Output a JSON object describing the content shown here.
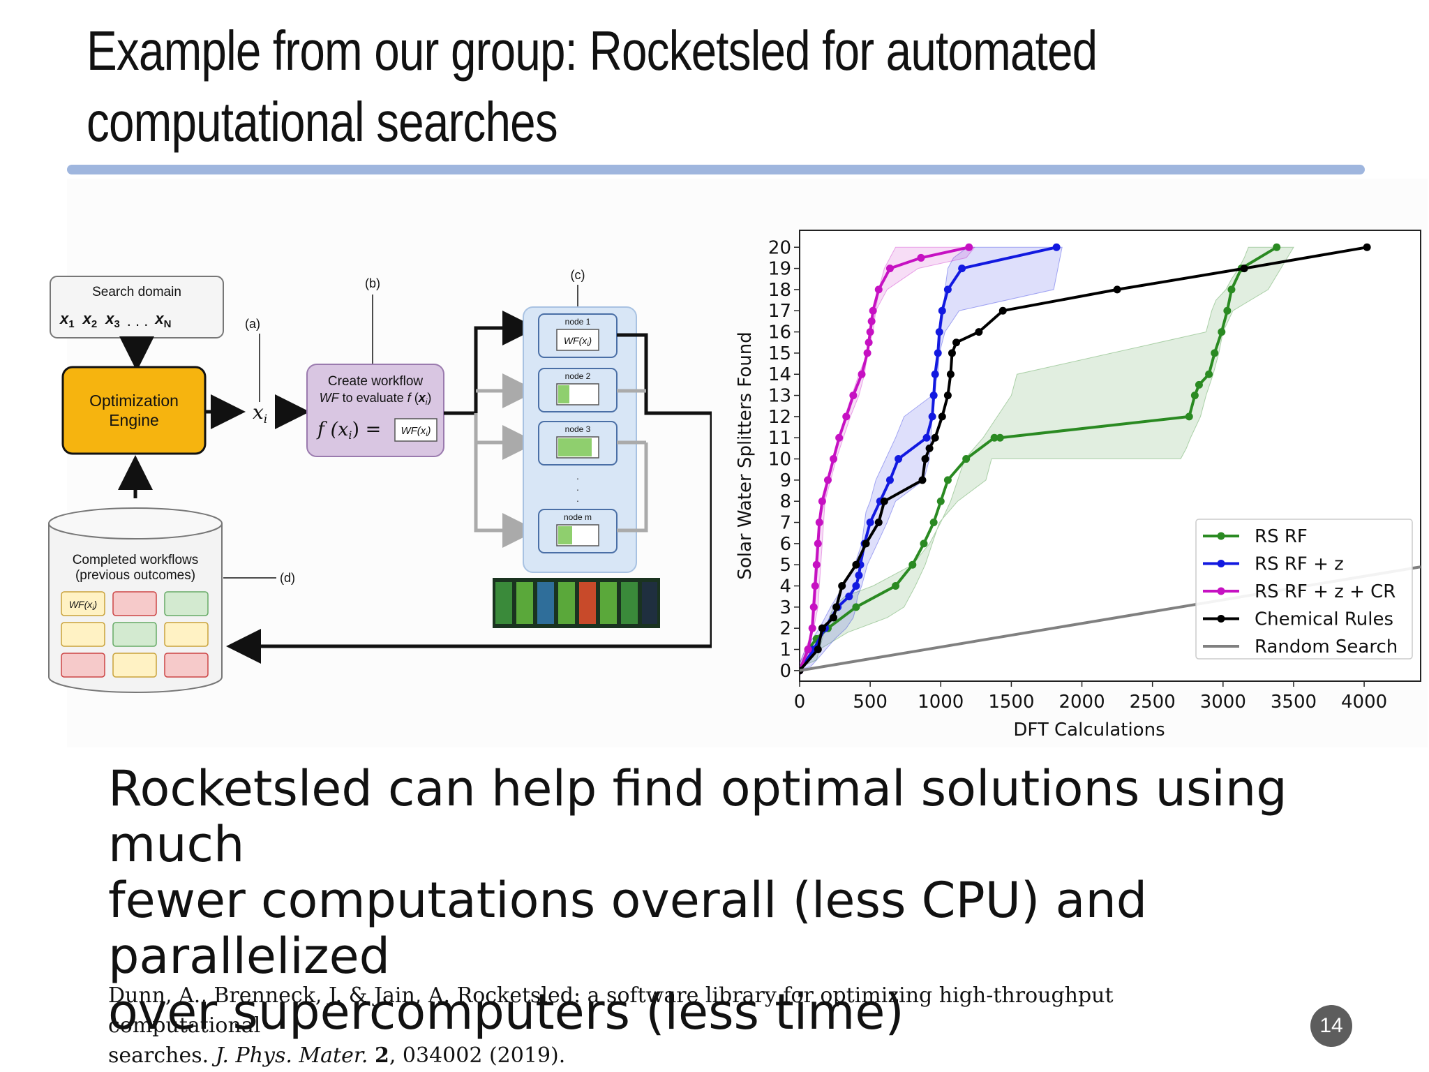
{
  "slide": {
    "title_line1": "Example from our group: Rocketsled for automated",
    "title_line2": "computational searches",
    "body_line1": "Rocketsled can help find optimal solutions using much",
    "body_line2": "fewer computations overall (less CPU) and parallelized",
    "body_line3": "over supercomputers (less time)",
    "citation": {
      "authors_title": "Dunn, A., Brenneck, J. & Jain, A. Rocketsled: a software library for optimizing high-throughput computational",
      "line2_start": "searches. ",
      "journal": "J. Phys. Mater.",
      "volume": "2",
      "rest": ", 034002 (2019).",
      "space": " "
    },
    "page_number": "14"
  },
  "diagram": {
    "search_domain_label": "Search domain",
    "x1": "x",
    "x1_sub": "1",
    "x2": "x",
    "x2_sub": "2",
    "x3": "x",
    "x3_sub": "3",
    "dots": ". . .",
    "xN": "x",
    "xN_sub": "N",
    "label_a": "(a)",
    "label_b": "(b)",
    "label_c": "(c)",
    "label_d": "(d)",
    "engine_line1": "Optimization",
    "engine_line2": "Engine",
    "xi": "x",
    "xi_sub": "i",
    "create_line1": "Create workflow",
    "create_line2a": "WF",
    "create_line2b": " to evaluate ",
    "create_line2c": "f",
    "create_line2d": " (",
    "create_line2e": "x",
    "create_line2f": "i",
    "create_line2g": ")",
    "fx_formula": "f (x",
    "fx_sub": "i",
    "fx_tail": ") =",
    "wf_box": "WF(x",
    "wf_box_sub": "i",
    "wf_box_tail": ")",
    "node1": "node 1",
    "node2": "node 2",
    "node3": "node 3",
    "nodem": "node m",
    "vdots": "·",
    "completed_line1": "Completed workflows",
    "completed_line2": "(previous outcomes)"
  },
  "chart_data": {
    "type": "line",
    "xlabel": "DFT Calculations",
    "ylabel": "Solar Water Splitters Found",
    "xlim": [
      0,
      4400
    ],
    "ylim": [
      -0.5,
      20.8
    ],
    "xticks": [
      0,
      500,
      1000,
      1500,
      2000,
      2500,
      3000,
      3500,
      4000
    ],
    "yticks": [
      0,
      1,
      2,
      3,
      4,
      5,
      6,
      7,
      8,
      9,
      10,
      11,
      12,
      13,
      14,
      15,
      16,
      17,
      18,
      19,
      20
    ],
    "legend_position": "lower-right",
    "series": [
      {
        "name": "RS RF",
        "color": "#2a8a22",
        "x": [
          0,
          60,
          120,
          200,
          400,
          680,
          800,
          880,
          950,
          1000,
          1050,
          1180,
          1380,
          1420,
          2760,
          2800,
          2830,
          2900,
          2940,
          2990,
          3030,
          3060,
          3130,
          3380
        ],
        "y": [
          0,
          1,
          1.5,
          2,
          3,
          4,
          5,
          6,
          7,
          8,
          9,
          10,
          11,
          11,
          12,
          13,
          13.5,
          14,
          15,
          16,
          17,
          18,
          19,
          20
        ],
        "band_lo": [
          0,
          0.2,
          0.5,
          1,
          1.8,
          2.5,
          3,
          4,
          5,
          6,
          7,
          8,
          9,
          10,
          10,
          10.5,
          11,
          12,
          13,
          14,
          15,
          16,
          17,
          18
        ],
        "band_hi": [
          0.5,
          2,
          3,
          3.5,
          4,
          5,
          6,
          7,
          8,
          9,
          10,
          11,
          13,
          14,
          16,
          17,
          17.5,
          18,
          18.5,
          19,
          19.5,
          20,
          20,
          20
        ]
      },
      {
        "name": "RS RF + z",
        "color": "#1219e0",
        "x": [
          0,
          100,
          180,
          270,
          350,
          400,
          420,
          430,
          460,
          500,
          570,
          640,
          700,
          900,
          940,
          950,
          960,
          980,
          990,
          1010,
          1050,
          1150,
          1820
        ],
        "y": [
          0,
          1,
          2,
          3,
          3.5,
          4,
          4.5,
          5,
          6,
          7,
          8,
          9,
          10,
          11,
          12,
          13,
          14,
          15,
          16,
          17,
          18,
          19,
          20
        ],
        "band_lo": [
          0,
          0.2,
          0.8,
          1.5,
          2,
          2.5,
          3,
          3.5,
          4,
          5,
          6,
          7,
          8,
          9,
          10,
          11,
          12,
          13,
          14,
          15,
          16,
          17,
          18
        ],
        "band_hi": [
          1,
          2,
          3,
          4,
          5,
          6,
          7,
          7.5,
          8,
          9,
          10,
          11,
          12,
          13,
          14,
          15,
          16,
          17,
          18,
          19,
          19.5,
          20,
          20
        ]
      },
      {
        "name": "RS RF + z + CR",
        "color": "#c611c2",
        "x": [
          0,
          60,
          90,
          100,
          110,
          120,
          130,
          140,
          160,
          200,
          240,
          280,
          330,
          380,
          440,
          480,
          490,
          500,
          510,
          520,
          560,
          640,
          860,
          1200
        ],
        "y": [
          0,
          1,
          2,
          3,
          4,
          5,
          6,
          7,
          8,
          9,
          10,
          11,
          12,
          13,
          14,
          15,
          15.5,
          16,
          16.5,
          17,
          18,
          19,
          19.5,
          20
        ],
        "band_lo": [
          0,
          0.3,
          1,
          2,
          3,
          4,
          5,
          6,
          7,
          8,
          9,
          10,
          11,
          12,
          13,
          14,
          14.5,
          15,
          15.5,
          16,
          17,
          18,
          19,
          19.5
        ],
        "band_hi": [
          1,
          2,
          3,
          4,
          5,
          6,
          7,
          8,
          9,
          10,
          11,
          12,
          13,
          14,
          15,
          16,
          16.5,
          17,
          17.5,
          18,
          19,
          20,
          20,
          20
        ]
      },
      {
        "name": "Chemical Rules",
        "color": "#000000",
        "x": [
          0,
          130,
          160,
          240,
          260,
          300,
          400,
          470,
          560,
          600,
          870,
          890,
          920,
          960,
          1010,
          1050,
          1070,
          1080,
          1110,
          1270,
          1440,
          2250,
          3150,
          4020
        ],
        "y": [
          0,
          1,
          2,
          2.5,
          3,
          4,
          5,
          6,
          7,
          8,
          9,
          10,
          10.5,
          11,
          12,
          13,
          14,
          15,
          15.5,
          16,
          17,
          18,
          19,
          20
        ],
        "band_lo": [],
        "band_hi": []
      },
      {
        "name": "Random Search",
        "color": "#808080",
        "x": [
          0,
          4400
        ],
        "y": [
          0,
          4.9
        ],
        "band_lo": [],
        "band_hi": []
      }
    ]
  }
}
